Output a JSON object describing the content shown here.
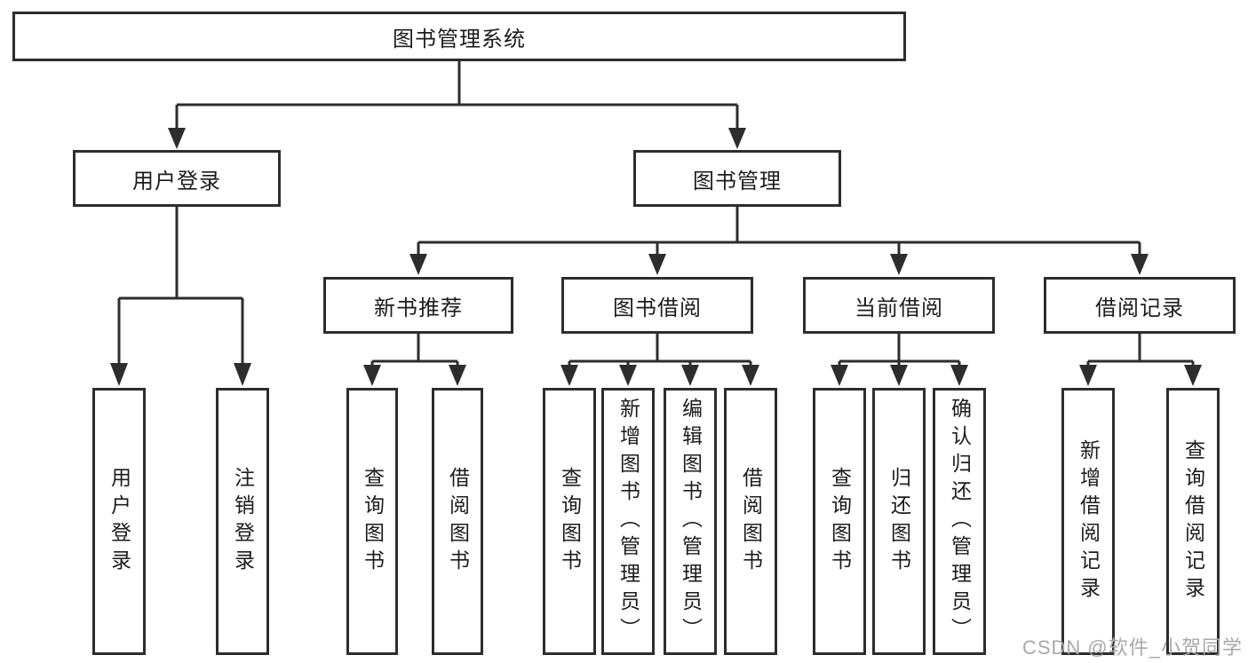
{
  "colors": {
    "line": "#2d2d2d",
    "box_border": "#2d2d2d",
    "text": "#1c1c1e",
    "watermark": "#a8a8a8",
    "background": "#ffffff"
  },
  "diagram": {
    "root": {
      "label": "图书管理系统"
    },
    "branches": [
      {
        "label": "用户登录",
        "leaves": [
          {
            "label": "用户登录"
          },
          {
            "label": "注销登录"
          }
        ]
      },
      {
        "label": "图书管理",
        "groups": [
          {
            "label": "新书推荐",
            "leaves": [
              {
                "label": "查询图书"
              },
              {
                "label": "借阅图书"
              }
            ]
          },
          {
            "label": "图书借阅",
            "leaves": [
              {
                "label": "查询图书"
              },
              {
                "label": "新增图书（管理员）"
              },
              {
                "label": "编辑图书（管理员）"
              },
              {
                "label": "借阅图书"
              }
            ]
          },
          {
            "label": "当前借阅",
            "leaves": [
              {
                "label": "查询图书"
              },
              {
                "label": "归还图书"
              },
              {
                "label": "确认归还（管理员）"
              }
            ]
          },
          {
            "label": "借阅记录",
            "leaves": [
              {
                "label": "新增借阅记录"
              },
              {
                "label": "查询借阅记录"
              }
            ]
          }
        ]
      }
    ]
  },
  "watermark": {
    "text": "CSDN @软件_小贺同学"
  }
}
